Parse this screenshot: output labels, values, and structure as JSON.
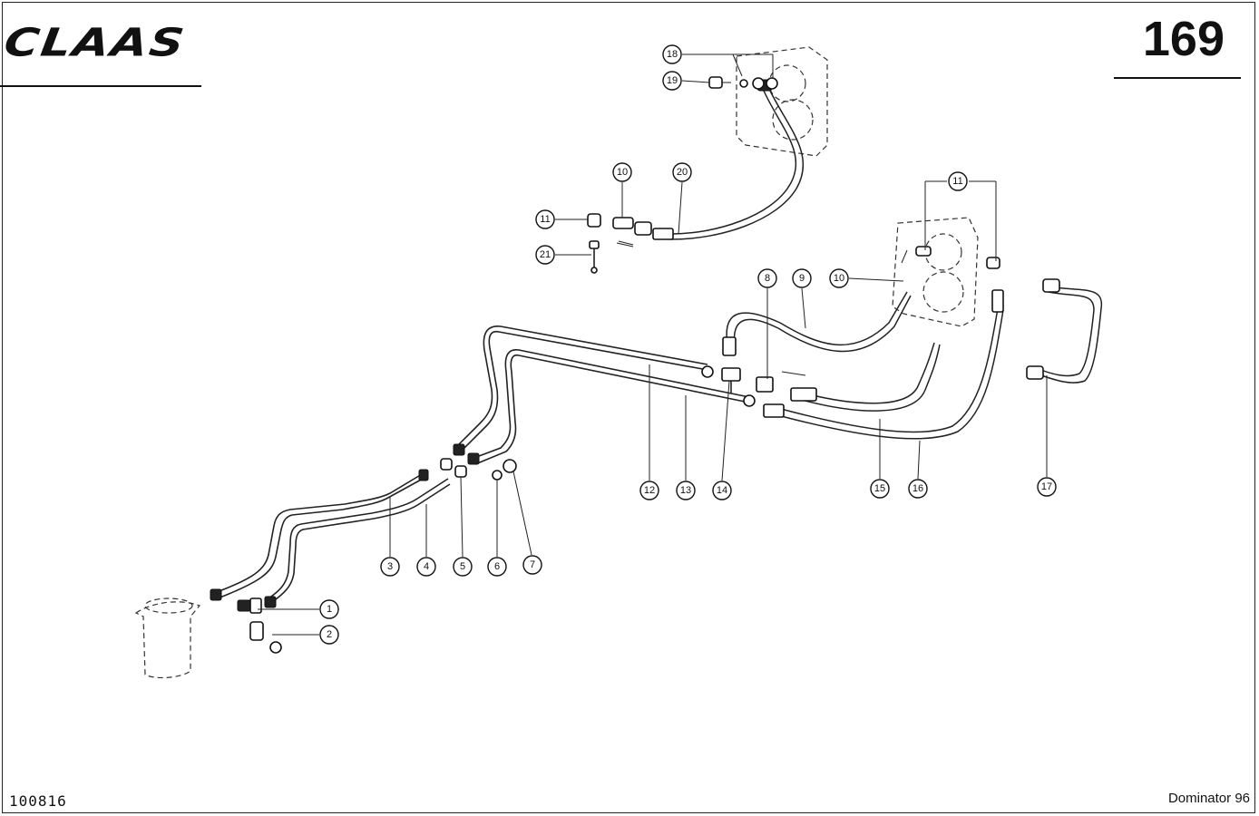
{
  "header": {
    "brand_logo": "CLAAS",
    "page_number": "169"
  },
  "footer": {
    "document_number": "100816",
    "model_label": "Dominator 96"
  },
  "callouts": {
    "c1": "1",
    "c2": "2",
    "c3": "3",
    "c4": "4",
    "c5": "5",
    "c6": "6",
    "c7": "7",
    "c8": "8",
    "c9": "9",
    "c10a": "10",
    "c10b": "10",
    "c11a": "11",
    "c11b": "11",
    "c12": "12",
    "c13": "13",
    "c14": "14",
    "c15": "15",
    "c16": "16",
    "c17": "17",
    "c18": "18",
    "c19": "19",
    "c20": "20",
    "c21": "21"
  },
  "colors": {
    "line": "#222222",
    "paper": "#ffffff"
  }
}
